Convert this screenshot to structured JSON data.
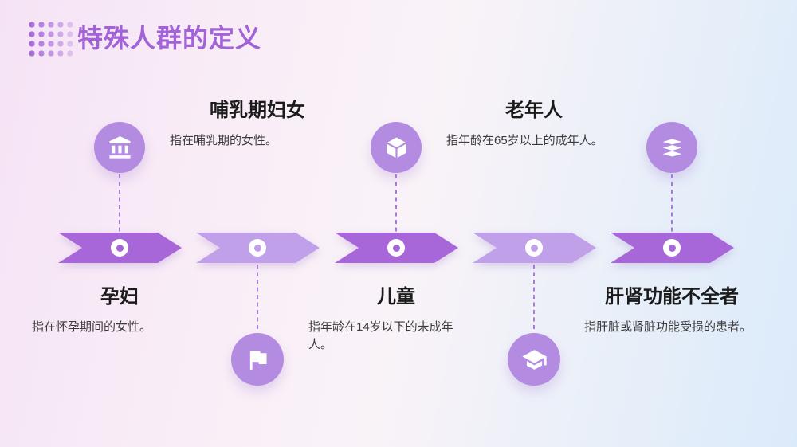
{
  "header": {
    "title": "特殊人群的定义",
    "decoration": "dot-grid"
  },
  "colors": {
    "title": "#a263d9",
    "heading": "#1b1b1b",
    "description": "#3c3c3c",
    "arrow_dark": "#a767d9",
    "arrow_light": "#c0a0e9",
    "icon_circle": "#b38ce2",
    "dash": "#a97add",
    "bg_left": "#f5e3f5",
    "bg_right": "#dbeafa"
  },
  "items": [
    {
      "heading": "孕妇",
      "desc": "指在怀孕期间的女性。",
      "icon": "bank-icon",
      "icon_side": "top",
      "text_side": "bottom",
      "arrow_shade": "dark"
    },
    {
      "heading": "哺乳期妇女",
      "desc": "指在哺乳期的女性。",
      "icon": "flag-icon",
      "icon_side": "bottom",
      "text_side": "top",
      "arrow_shade": "light"
    },
    {
      "heading": "儿童",
      "desc": "指年龄在14岁以下的未成年人。",
      "icon": "cube-icon",
      "icon_side": "top",
      "text_side": "bottom",
      "arrow_shade": "dark"
    },
    {
      "heading": "老年人",
      "desc": "指年龄在65岁以上的成年人。",
      "icon": "graduation-cap-icon",
      "icon_side": "bottom",
      "text_side": "top",
      "arrow_shade": "light"
    },
    {
      "heading": "肝肾功能不全者",
      "desc": "指肝脏或肾脏功能受损的患者。",
      "icon": "layers-icon",
      "icon_side": "top",
      "text_side": "bottom",
      "arrow_shade": "dark"
    }
  ]
}
